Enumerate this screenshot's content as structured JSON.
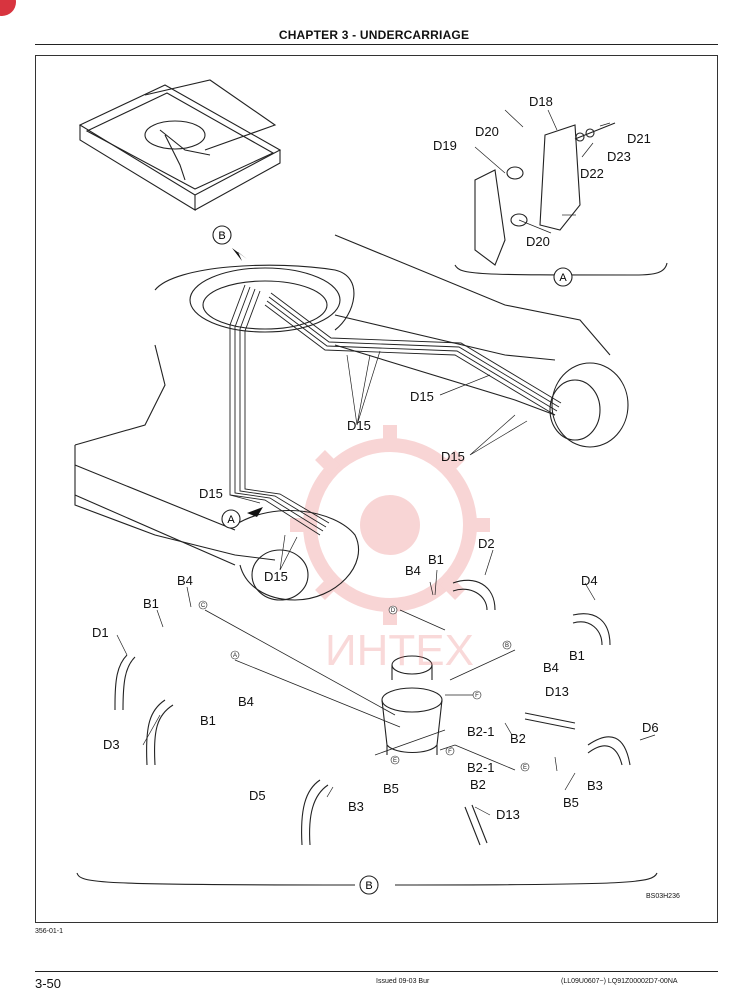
{
  "header": {
    "chapter": "CHAPTER 3 - UNDERCARRIAGE"
  },
  "figure": {
    "code": "BS03H236",
    "view_markers": {
      "a": "A",
      "b": "B"
    },
    "callouts": {
      "d18": "D18",
      "d19": "D19",
      "d20": "D20",
      "d21": "D21",
      "d22": "D22",
      "d23": "D23",
      "d15": "D15",
      "d1": "D1",
      "d2": "D2",
      "d3": "D3",
      "d4": "D4",
      "d5": "D5",
      "d6": "D6",
      "d13": "D13",
      "b1": "B1",
      "b2": "B2",
      "b2_1": "B2-1",
      "b3": "B3",
      "b4": "B4",
      "b5": "B5"
    },
    "hose_tags": {
      "a": "A",
      "b": "B",
      "c": "C",
      "d": "D",
      "e": "E",
      "f": "F"
    },
    "watermark": "ИНТЕХ"
  },
  "footer": {
    "ref": "356-01-1",
    "page": "3-50",
    "issued": "Issued 09-03   Bur",
    "doc_ref": "(LL09U0607~)   LQ91Z00002D7-00NA"
  },
  "colors": {
    "watermark": "#e86a6a",
    "badge": "#d8343f",
    "line": "#222222"
  }
}
